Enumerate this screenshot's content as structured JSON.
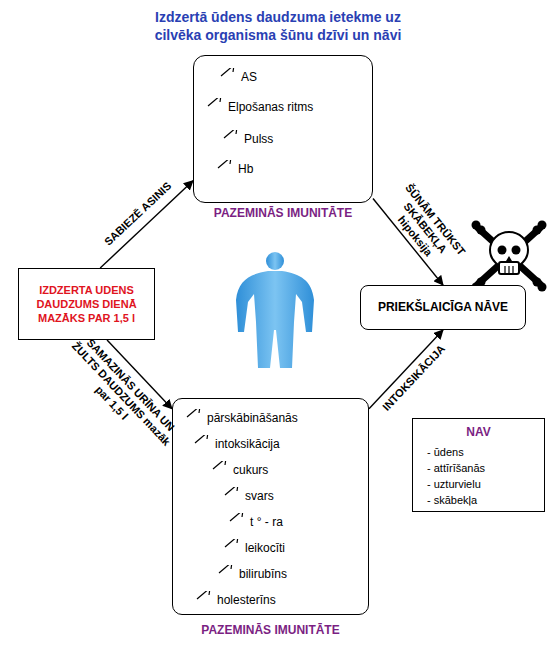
{
  "diagram": {
    "title": "Izdzertā ūdens daudzuma ietekme uz cilvēka organisma šūnu dzīvi un nāvi",
    "nodes": [
      {
        "text": [
          "AS",
          "Elpošanas ritms",
          "Pulss",
          "Hb",
          "PAZEMINĀS IMUNITĀTE"
        ]
      },
      {
        "text": [
          "IZDZERTA UDENS DAUDZUMS DIENĀ MAZĀKS PAR 1,5 l"
        ]
      },
      {
        "text": [
          "PRIEKŠLAICĪGA NĀVE"
        ]
      },
      {
        "text": [
          "pārskābināšanās",
          "intoksikācija",
          "cukurs",
          "svars",
          "t ° - ra",
          "leikocīti",
          "bilirubīns",
          "holesterīns",
          "PAZEMINĀS IMUNITĀTE"
        ]
      },
      {
        "text": [
          "NAV",
          "- ūdens",
          "- attīrīšanās",
          "- uzturvielu",
          "- skābekļa"
        ]
      }
    ],
    "edges": [
      {
        "from": 1,
        "to": 0,
        "arrow": "to",
        "label": "SABIEZĒ ASINIS"
      },
      {
        "from": 1,
        "to": 3,
        "arrow": "to",
        "label": "SAMAZINĀS URĪNA UN ŽULTS DAUDZUMS mazāk par 1,5 l"
      },
      {
        "from": 0,
        "to": 2,
        "arrow": "to",
        "label": "ŠŪNĀM TRŪKST SKĀBEKĻA hipoksija"
      },
      {
        "from": 3,
        "to": 2,
        "arrow": "to",
        "label": "INTOKSIKĀCIJA"
      }
    ]
  }
}
